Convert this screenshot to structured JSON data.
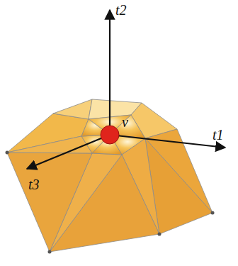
{
  "diagram": {
    "labels": [
      "t2",
      "v",
      "t1",
      "t3"
    ]
  }
}
